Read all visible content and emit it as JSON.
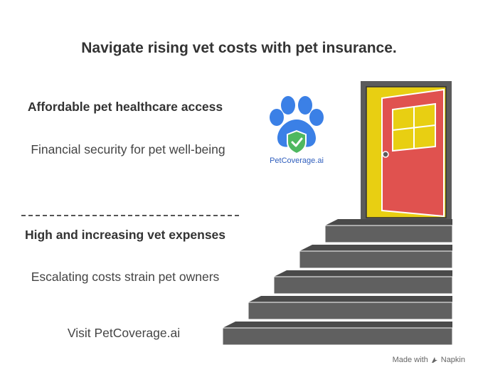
{
  "title": "Navigate rising vet costs with pet insurance.",
  "top_block": {
    "heading": "Affordable pet healthcare access",
    "description": "Financial security for pet well-being"
  },
  "bottom_block": {
    "heading": "High and increasing vet expenses",
    "description": "Escalating costs strain pet owners"
  },
  "cta": "Visit PetCoverage.ai",
  "logo": {
    "text": "PetCoverage.ai",
    "icon": "paw-shield-icon"
  },
  "footer": {
    "made_with": "Made with",
    "brand": "Napkin"
  },
  "colors": {
    "door": "#e0524f",
    "door_frame": "#5b5b5b",
    "door_opening": "#e8cf12",
    "stairs": "#606060",
    "paw": "#3b80e6",
    "shield": "#4fb860"
  }
}
